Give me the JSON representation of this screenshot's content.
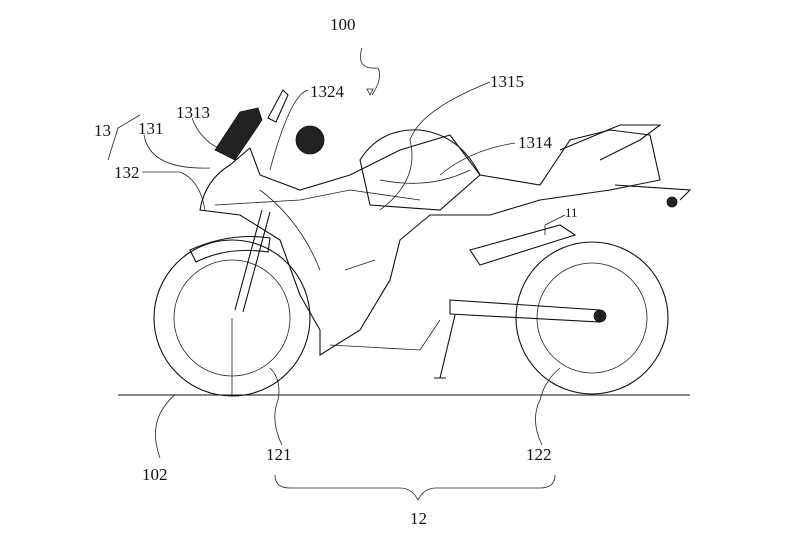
{
  "figure": {
    "labels": {
      "motorcycle": "100",
      "part_1324": "1324",
      "part_1315": "1315",
      "part_1313": "1313",
      "part_13": "13",
      "part_131": "131",
      "part_132": "132",
      "part_1314": "1314",
      "part_11": "11",
      "ground": "102",
      "front_wheel": "121",
      "rear_wheel": "122",
      "wheels": "12"
    }
  }
}
